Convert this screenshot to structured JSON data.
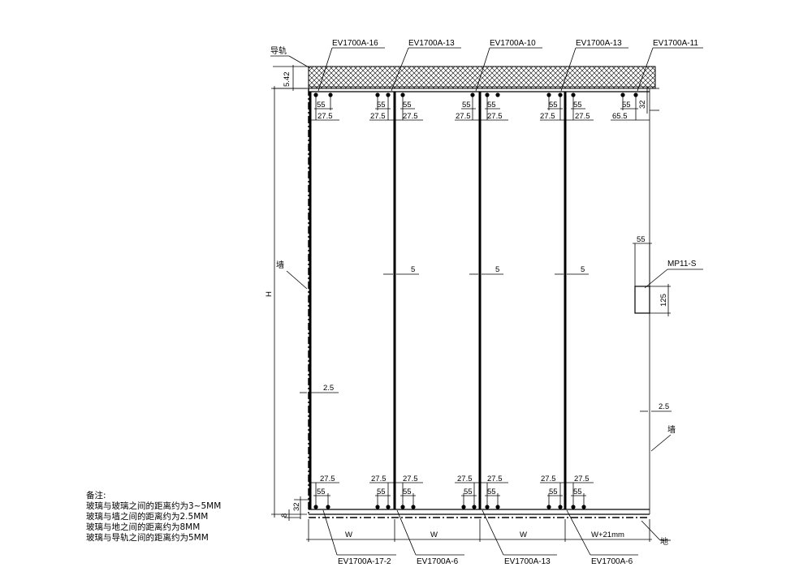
{
  "labels": {
    "guide_rail": "导轨",
    "wall_left": "墙",
    "wall_right": "墙",
    "ground": "地",
    "height": "H",
    "handle": "MP11-S"
  },
  "top_profiles": [
    "EV1700A-16",
    "EV1700A-13",
    "EV1700A-10",
    "EV1700A-13",
    "EV1700A-11"
  ],
  "bottom_profiles": [
    "EV1700A-17-2",
    "EV1700A-6",
    "EV1700A-13",
    "EV1700A-6"
  ],
  "dimensions": {
    "rail_height": "5.42",
    "top_right_gap": "32",
    "bottom_left_gap": "32",
    "bottom_ground": "8",
    "hole_spacing": "55",
    "hole_edge": "27.5",
    "hole_edge_right": "65.5",
    "glass_gap": "5",
    "wall_gap": "2.5",
    "handle_offset": "55",
    "handle_height": "125"
  },
  "widths": [
    "W",
    "W",
    "W",
    "W+21mm"
  ],
  "notes": {
    "title": "备注:",
    "lines": [
      "玻璃与玻璃之间的距离约为3~5MM",
      "玻璃与墙之间的距离约为2.5MM",
      "玻璃与地之间的距离约为8MM",
      "玻璃与导轨之间的距离约为5MM"
    ]
  }
}
